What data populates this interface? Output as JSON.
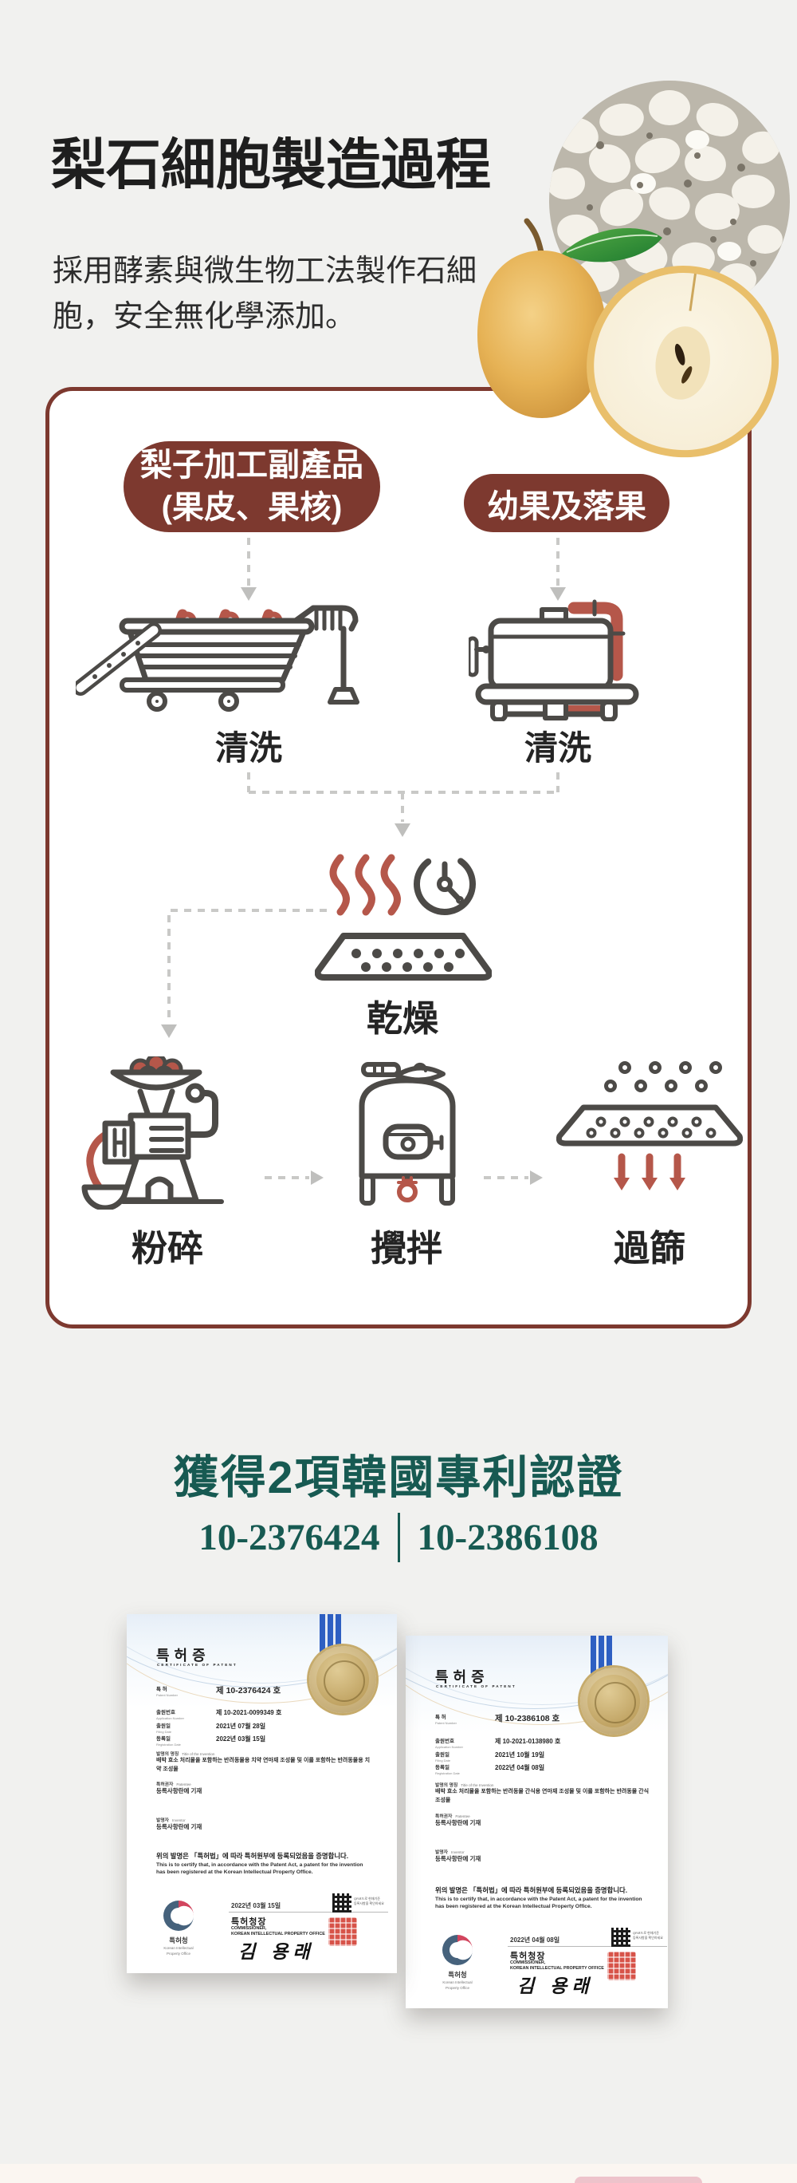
{
  "page": {
    "background": "#f1f1ef"
  },
  "header": {
    "title": "梨石細胞製造過程",
    "subtitle": "採用酵素與微生物工法製作石細胞，安全無化學添加。"
  },
  "hero": {
    "stone_cells_image": "stone-cell-texture-photo",
    "pear_whole_image": "golden-pear-photo",
    "pear_half_image": "pear-half-photo"
  },
  "process": {
    "inputs": [
      {
        "label": "梨子加工副產品\n(果皮、果核)"
      },
      {
        "label": "幼果及落果"
      }
    ],
    "steps": [
      {
        "id": "wash-left",
        "label": "清洗"
      },
      {
        "id": "wash-right",
        "label": "清洗"
      },
      {
        "id": "dry",
        "label": "乾燥"
      },
      {
        "id": "grind",
        "label": "粉碎"
      },
      {
        "id": "mix",
        "label": "攪拌"
      },
      {
        "id": "sieve",
        "label": "過篩"
      }
    ],
    "colors": {
      "panel_border": "#7d392f",
      "pill": "#7d392f",
      "accent_red": "#b5574a",
      "icon_stroke": "#4c4a47",
      "connector": "#c9c9c7"
    }
  },
  "patents": {
    "heading": "獲得2項韓國專利認證",
    "numbers": [
      "10-2376424",
      "10-2386108"
    ],
    "accent": "#175a52"
  },
  "certificate_labels": {
    "doc_title": "특허증",
    "doc_subtitle": "CERTIFICATE OF PATENT",
    "patent_kr": "특 허",
    "patent_en": "Patent Number",
    "application_kr": "출원번호",
    "application_en": "Application Number",
    "filing_kr": "출원일",
    "filing_en": "Filing Date",
    "registration_kr": "등록일",
    "registration_en": "Registration Date",
    "invention_kr": "발명의 명칭",
    "invention_en": "Title of the Invention",
    "patentee_kr": "특허권자",
    "patentee_en": "Patentee",
    "patentee_value": "등록사항란에 기재",
    "inventor_kr": "발명자",
    "inventor_en": "Inventor",
    "inventor_value": "등록사항란에 기재",
    "statement_kr": "위의 발명은 「특허법」에 따라 특허원부에 등록되었음을 증명합니다.",
    "statement_en": "This is to certify that, in accordance with the Patent Act, a patent for the invention has been registered at the Korean Intellectual Property Office.",
    "commissioner_kr": "특허청장",
    "commissioner_en1": "COMMISSIONER,",
    "commissioner_en2": "KOREAN INTELLECTUAL PROPERTY OFFICE",
    "signature": "김 용래",
    "office_kr": "특허청",
    "office_en": "Korean Intellectual\nProperty Office",
    "qr_note": "QR코드로 현재기준\n등록사항을 확인하세요"
  },
  "certificates": [
    {
      "patent_number": "제 10-2376424 호",
      "application_number": "제 10-2021-0099349 호",
      "filing_date": "2021년 07월 28일",
      "registration_date": "2022년 03월 15일",
      "invention_title": "배박 효소 처리물을 포함하는 반려동물용 치약 연마재 조성물 및 이를 포함하는 반려동물용 치약 조성물",
      "issue_date": "2022년 03월 15일"
    },
    {
      "patent_number": "제 10-2386108 호",
      "application_number": "제 10-2021-0138980 호",
      "filing_date": "2021년 10월 19일",
      "registration_date": "2022년 04월 08일",
      "invention_title": "배박 효소 처리물을 포함하는 반려동물 간식용 연마재 조성물 및 이를 포함하는 반려동물 간식 조성물",
      "issue_date": "2022년 04월 08일"
    }
  ]
}
